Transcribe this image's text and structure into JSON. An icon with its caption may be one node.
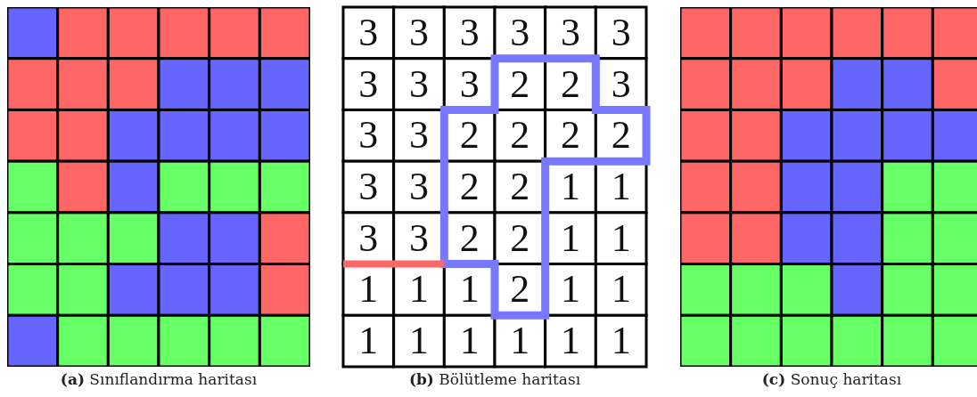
{
  "diagram": {
    "labels": [
      "3",
      "3",
      "3",
      "3",
      "3",
      "3",
      "3",
      "3",
      "3",
      "2",
      "2",
      "3",
      "3",
      "3",
      "2",
      "2",
      "2",
      "2",
      "3",
      "3",
      "2",
      "2",
      "1",
      "1",
      "3",
      "3",
      "2",
      "2",
      "1",
      "1",
      "1",
      "1",
      "1",
      "2",
      "1",
      "1",
      "1",
      "1",
      "1",
      "1",
      "1",
      "1",
      "**(a)** Sınıflandırma haritası",
      "**(b)** Bölütleme haritası",
      "**(c)** Sonuç haritası"
    ]
  }
}
